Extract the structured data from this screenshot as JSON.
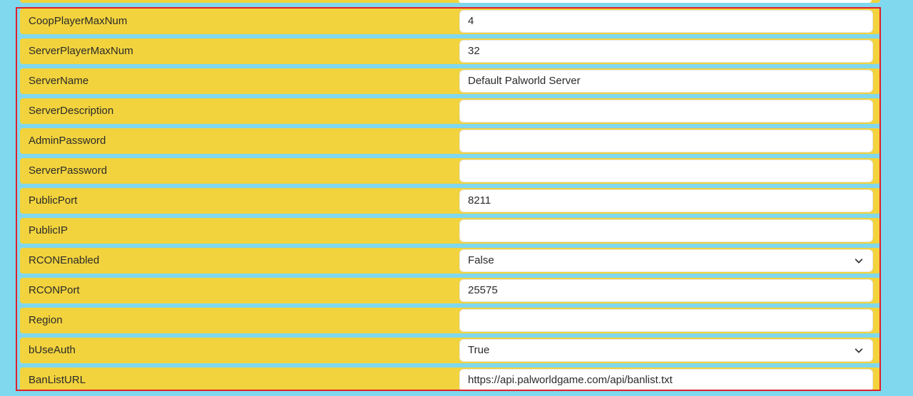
{
  "settings": [
    {
      "label": "CoopPlayerMaxNum",
      "value": "4",
      "type": "text"
    },
    {
      "label": "ServerPlayerMaxNum",
      "value": "32",
      "type": "text"
    },
    {
      "label": "ServerName",
      "value": "Default Palworld Server",
      "type": "text"
    },
    {
      "label": "ServerDescription",
      "value": "",
      "type": "text"
    },
    {
      "label": "AdminPassword",
      "value": "",
      "type": "text"
    },
    {
      "label": "ServerPassword",
      "value": "",
      "type": "text"
    },
    {
      "label": "PublicPort",
      "value": "8211",
      "type": "text"
    },
    {
      "label": "PublicIP",
      "value": "",
      "type": "text"
    },
    {
      "label": "RCONEnabled",
      "value": "False",
      "type": "select"
    },
    {
      "label": "RCONPort",
      "value": "25575",
      "type": "text"
    },
    {
      "label": "Region",
      "value": "",
      "type": "text"
    },
    {
      "label": "bUseAuth",
      "value": "True",
      "type": "select"
    },
    {
      "label": "BanListURL",
      "value": "https://api.palworldgame.com/api/banlist.txt",
      "type": "text"
    }
  ],
  "colors": {
    "background": "#7fd8ee",
    "row": "#f2d33d",
    "field": "#ffffff",
    "highlight_border": "#e0202a"
  },
  "icons": {
    "select_indicator": "chevron-down-icon"
  }
}
